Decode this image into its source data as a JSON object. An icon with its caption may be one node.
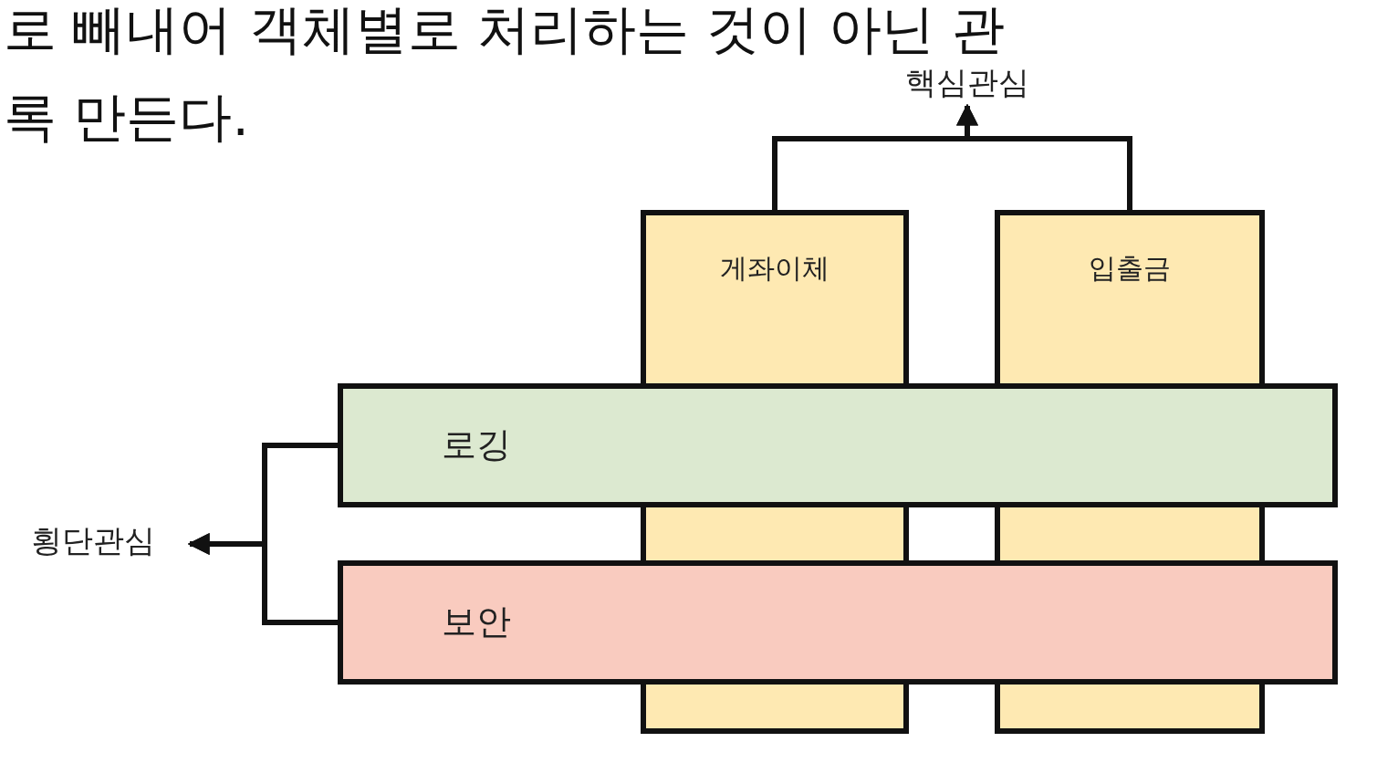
{
  "diagram": {
    "nodes": [
      {
        "text": [
          "핵심관심"
        ]
      },
      {
        "text": [
          "횡단관심"
        ]
      },
      {
        "text": [
          "게좌이체"
        ]
      },
      {
        "text": [
          "입출금"
        ]
      },
      {
        "text": [
          "로깅"
        ]
      },
      {
        "text": [
          "보안"
        ]
      }
    ],
    "edges": [
      {
        "from": 2,
        "to": 0,
        "arrow": "to"
      },
      {
        "from": 3,
        "to": 0,
        "arrow": "to"
      },
      {
        "from": 4,
        "to": 1,
        "arrow": "to"
      },
      {
        "from": 5,
        "to": 1,
        "arrow": "to"
      }
    ],
    "labels": [
      "로 빼내어 객체별로 처리하는 것이 아닌 관",
      "록 만든다."
    ]
  }
}
